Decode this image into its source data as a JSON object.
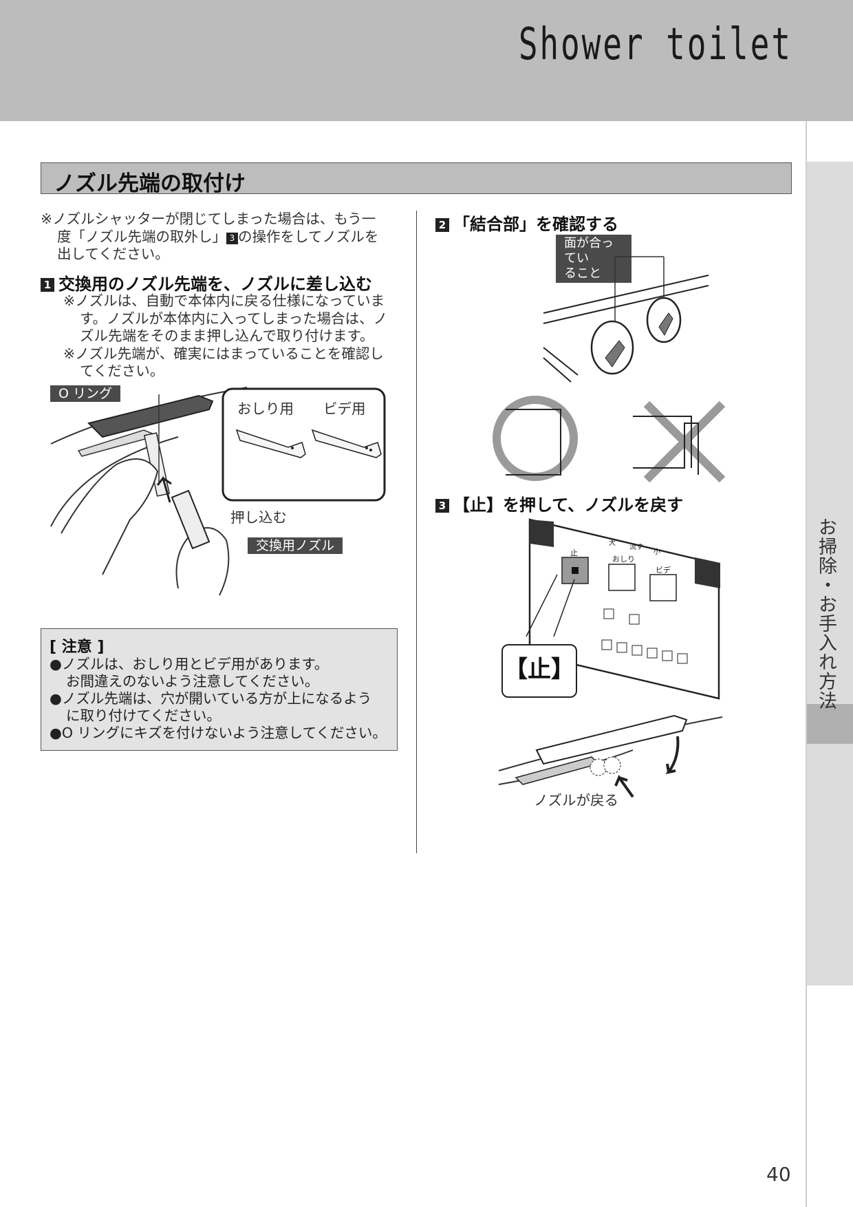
{
  "header": {
    "brand": "Shower toilet"
  },
  "sidebar": {
    "label": "お掃除・お手入れ方法"
  },
  "section_title": "ノズル先端の取付け",
  "left": {
    "note_line1": "※ノズルシャッターが閉じてしまった場合は、もう一",
    "note_line2a": "度「ノズル先端の取外し」",
    "note_line2_num": "3",
    "note_line2b": "の操作をしてノズルを",
    "note_line3": "出してください。",
    "step1_num": "1",
    "step1_text": "交換用のノズル先端を、ノズルに差し込む",
    "sub1_l1": "※ノズルは、自動で本体内に戻る仕様になっていま",
    "sub1_l2": "す。ノズルが本体内に入ってしまった場合は、ノ",
    "sub1_l3": "ズル先端をそのまま押し込んで取り付けます。",
    "sub2_l1": "※ノズル先端が、確実にはまっていることを確認し",
    "sub2_l2": "てください。",
    "tag_oring": "O リング",
    "label_oshiri": "おしり用",
    "label_bidet": "ビデ用",
    "label_push": "押し込む",
    "tag_replace": "交換用ノズル"
  },
  "caution": {
    "heading": "[ 注意 ]",
    "b1_l1": "●ノズルは、おしり用とビデ用があります。",
    "b1_l2": "お間違えのないよう注意してください。",
    "b2_l1": "●ノズル先端は、穴が開いている方が上になるよう",
    "b2_l2": "に取り付けてください。",
    "b3_l1": "●O リングにキズを付けないよう注意してください。"
  },
  "right": {
    "step2_num": "2",
    "step2_text": "「結合部」を確認する",
    "tag_surface_l1": "面が合ってい",
    "tag_surface_l2": "ること",
    "step3_num": "3",
    "step3_text": "【止】を押して、ノズルを戻す",
    "panel_stop": "止",
    "panel_oshiri": "おしり",
    "panel_bidet": "ビデ",
    "panel_big": "大",
    "panel_flush": "流す",
    "panel_small": "小",
    "callout_stop": "【止】",
    "label_return": "ノズルが戻る"
  },
  "page_number": "40"
}
